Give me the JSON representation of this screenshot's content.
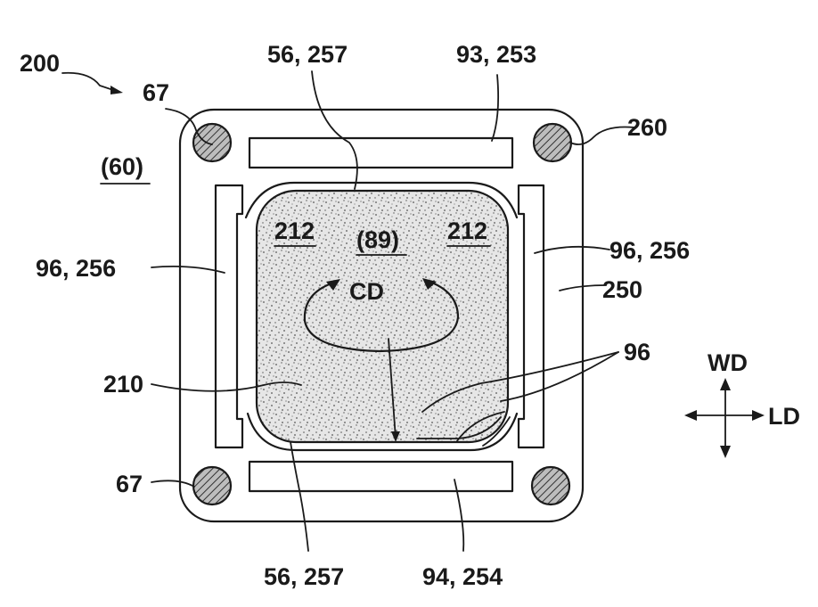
{
  "figure": {
    "labels": {
      "assembly": "200",
      "pin_top_left": "67",
      "pin_bottom_left": "67",
      "region_outer": "(60)",
      "top_seal": "56, 257",
      "bottom_seal": "56, 257",
      "top_slot": "93, 253",
      "bottom_slot": "94, 254",
      "pin_top_right": "260",
      "left_slot": "96, 256",
      "right_slot": "96, 256",
      "frame": "250",
      "corner_left": "212",
      "corner_right": "212",
      "center_region": "(89)",
      "rotation": "CD",
      "pad": "210",
      "channel": "96",
      "axis_vertical": "WD",
      "axis_horizontal": "LD"
    },
    "colors": {
      "line": "#1a1a1a",
      "background": "#ffffff",
      "stipple_fill": "#d8d8d8"
    }
  }
}
